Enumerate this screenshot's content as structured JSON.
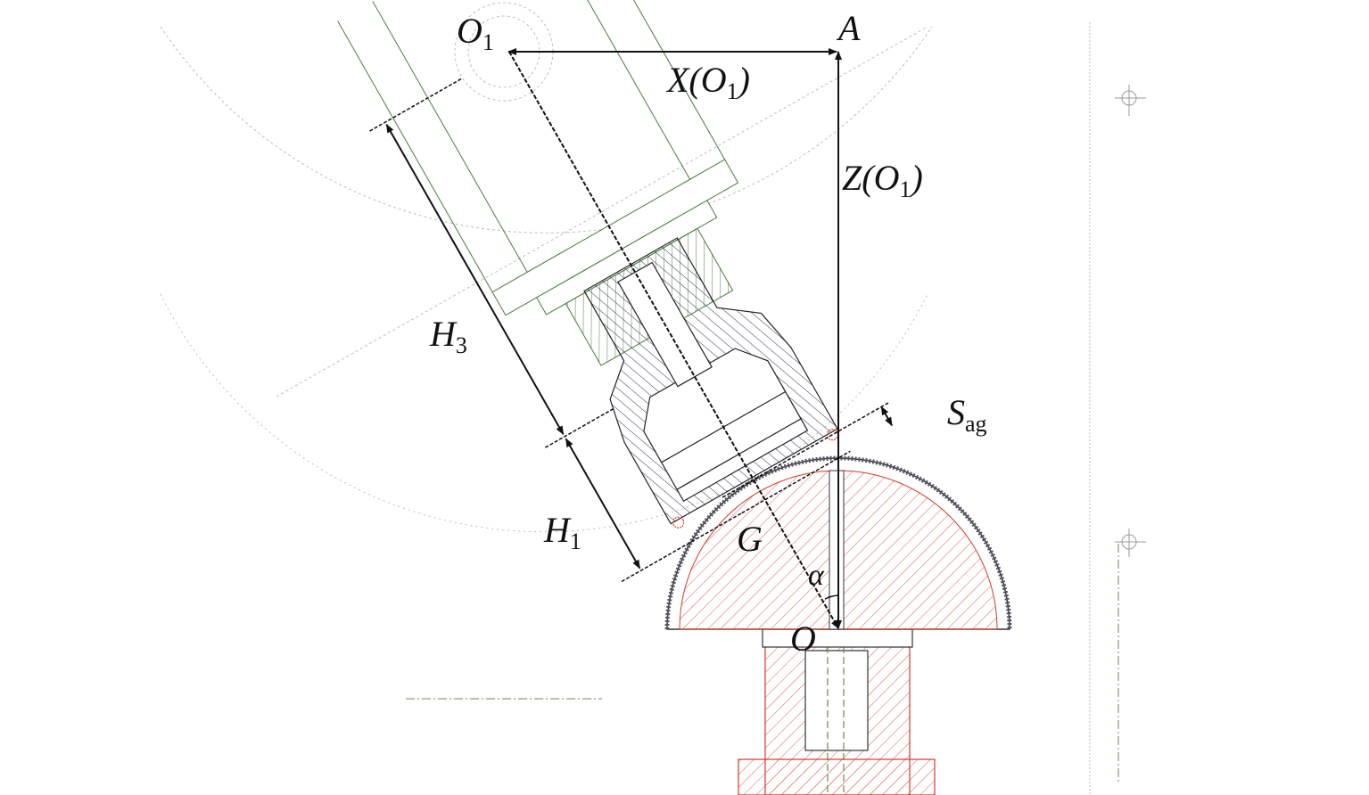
{
  "labels": {
    "o1": {
      "main": "O",
      "sub": "1"
    },
    "a": "A",
    "x_o1": {
      "pre": "X(",
      "main": "O",
      "sub": "1",
      "post": ")"
    },
    "z_o1": {
      "pre": "Z(",
      "main": "O",
      "sub": "1",
      "post": ")"
    },
    "h3": {
      "main": "H",
      "sub": "3"
    },
    "h1": {
      "main": "H",
      "sub": "1"
    },
    "sag": {
      "main": "S",
      "sub": "ag"
    },
    "g": "G",
    "alpha": "α",
    "o": "O"
  },
  "colors": {
    "ink": "#111111",
    "section_red": "#d23a2a",
    "holder_green": "#4a7a3a",
    "tool_blue": "#2a2f5a",
    "construction": "#bbbbbb"
  }
}
